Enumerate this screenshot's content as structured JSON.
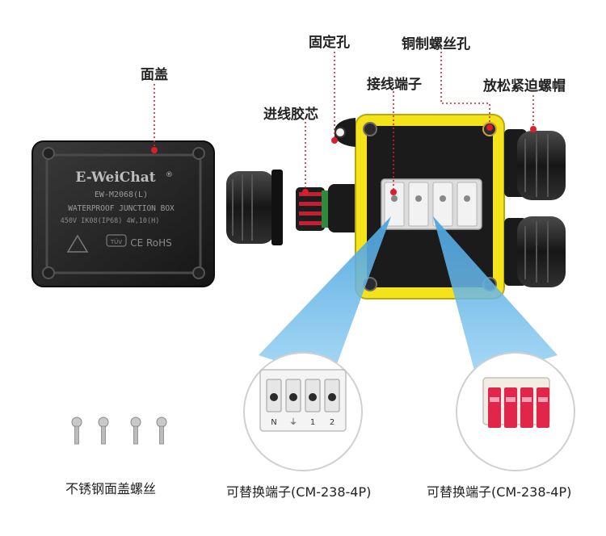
{
  "labels": {
    "cover": "面盖",
    "fixing_hole": "固定孔",
    "copper_screw_hole": "铜制螺丝孔",
    "wire_core": "进线胶芯",
    "terminal": "接线端子",
    "loose_nut": "放松紧迫螺帽"
  },
  "captions": {
    "screws": "不锈钢面盖螺丝",
    "left_terminal": "可替换端子(CM-238-4P)",
    "right_terminal": "可替换端子(CM-238-4P)"
  },
  "lid": {
    "brand": "E-WeiChat",
    "registered": "®",
    "model": "EW-M2068(L)",
    "product": "WATERPROOF JUNCTION BOX",
    "spec": "450V   IK08(IP68) 4W,10(H)",
    "certs": "CE RoHS",
    "tuv": "TÜV"
  },
  "terminal_marks": [
    "N",
    "⏚",
    "1",
    "2"
  ],
  "colors": {
    "housing": "#1c1c1c",
    "yellow_frame": "#f4e21b",
    "callout_red": "#d9202a",
    "beam_blue": "#6fb8e8",
    "lever_red": "#e0264a"
  }
}
